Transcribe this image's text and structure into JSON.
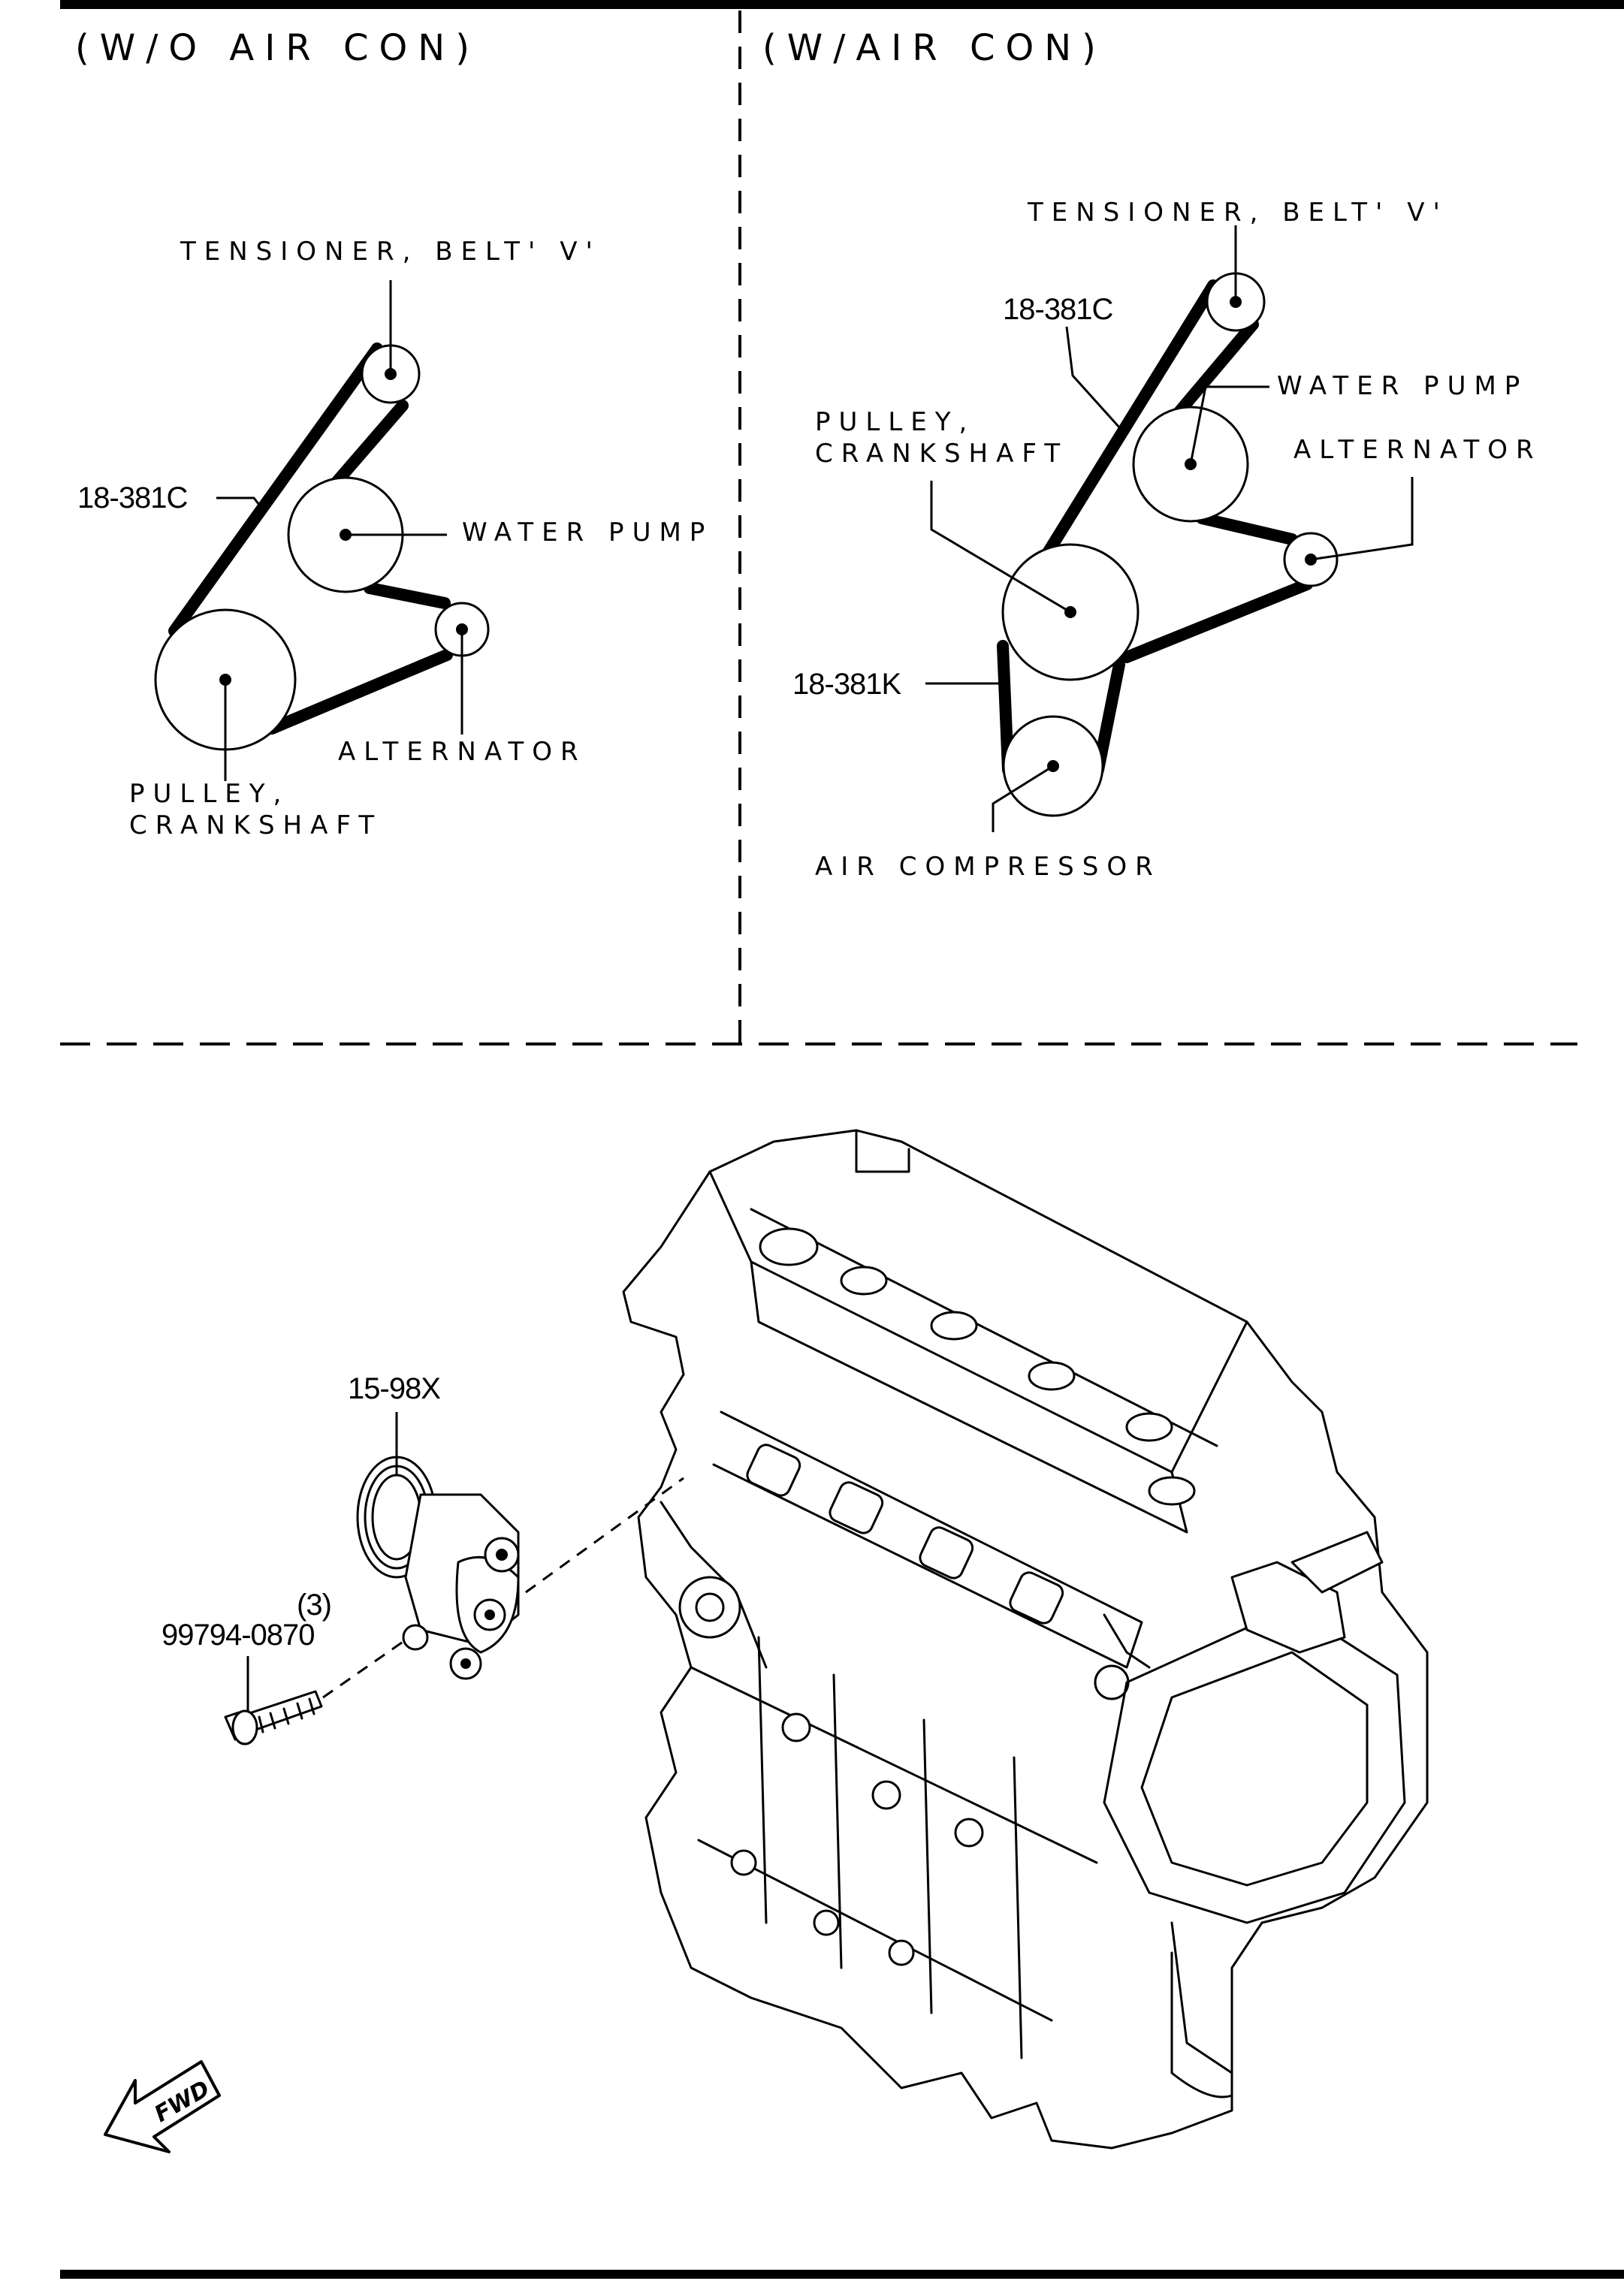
{
  "panels": {
    "left": {
      "header": "(W/O AIR CON)",
      "tensioner": "TENSIONER, BELT' V'",
      "belt_part": "18-381C",
      "water_pump": "WATER PUMP",
      "alternator": "ALTERNATOR",
      "crank_line1": "PULLEY,",
      "crank_line2": "CRANKSHAFT"
    },
    "right": {
      "header": "(W/AIR CON)",
      "tensioner": "TENSIONER, BELT' V'",
      "belt_part_c": "18-381C",
      "water_pump": "WATER PUMP",
      "alternator": "ALTERNATOR",
      "crank_line1": "PULLEY,",
      "crank_line2": "CRANKSHAFT",
      "belt_part_k": "18-381K",
      "air_compressor": "AIR COMPRESSOR"
    }
  },
  "lower": {
    "tensioner_part": "15-98X",
    "bolt_qty": "(3)",
    "bolt_part": "99794-0870",
    "fwd": "FWD"
  }
}
